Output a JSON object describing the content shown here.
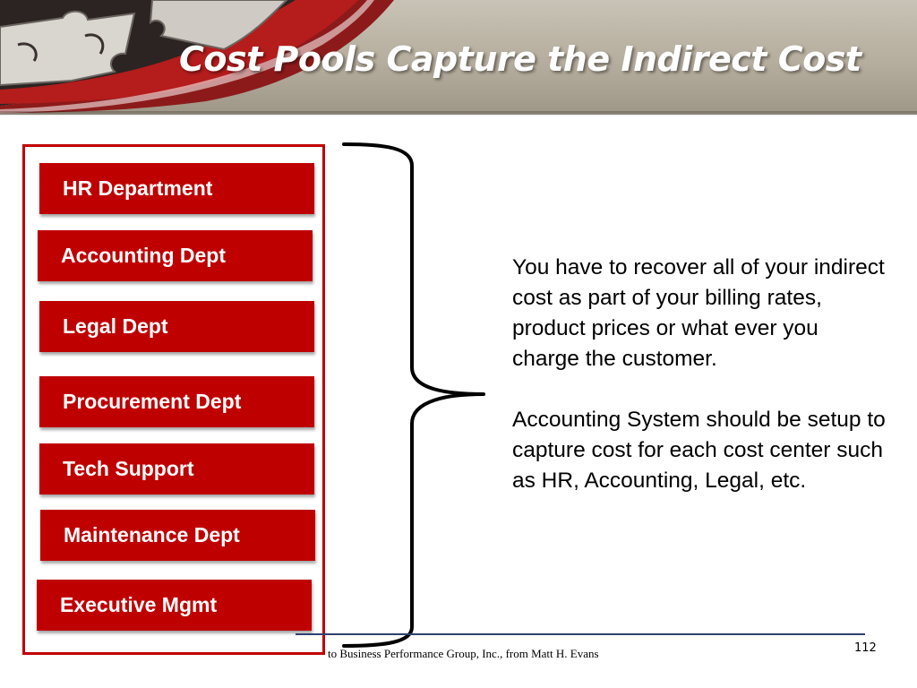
{
  "slide": {
    "title": "Cost Pools Capture the Indirect Cost",
    "departments": [
      "HR Department",
      "Accounting Dept",
      "Legal Dept",
      "Procurement Dept",
      "Tech Support",
      "Maintenance Dept",
      "Executive Mgmt"
    ],
    "body": {
      "paragraph_1": "You have to recover all of your indirect cost as part of your billing rates, product prices or what ever you charge the customer.",
      "paragraph_2": "Accounting System should be setup to capture cost for each cost center such as HR, Accounting, Legal, etc."
    },
    "footer": {
      "credit": "to Business Performance Group, Inc., from Matt H. Evans",
      "page_number": "112"
    }
  },
  "colors": {
    "accent_red": "#bf0000",
    "frame_red": "#c00000",
    "footer_line": "#2f3f6f",
    "header_gray": "#b5ad9d"
  },
  "icons": {
    "header_art": "puzzle-pieces-banner",
    "bracket": "curly-brace"
  }
}
